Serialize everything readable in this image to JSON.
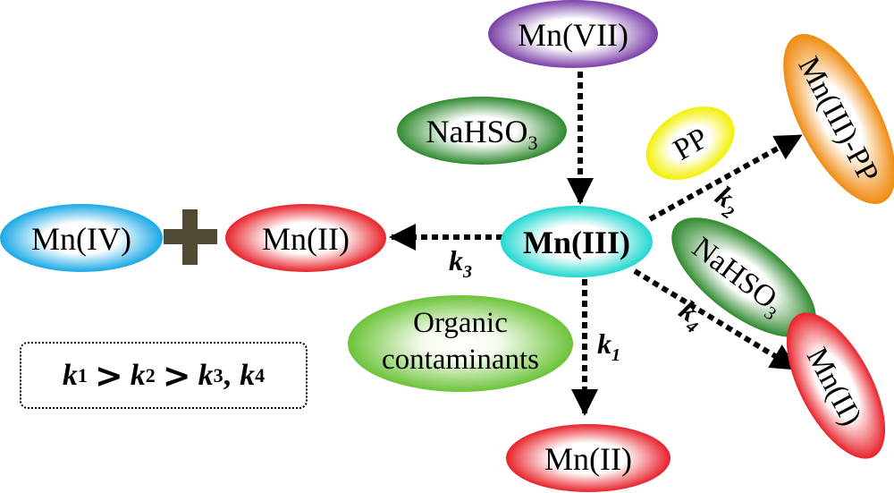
{
  "nodes": {
    "mn7": "Mn(VII)",
    "mn3_center": "Mn(III)",
    "mn3_pp": "Mn(III)-PP",
    "pp": "PP",
    "mn4": "Mn(IV)",
    "mn2_left": "Mn(II)",
    "mn2_bottom": "Mn(II)",
    "mn2_right": "Mn(II)",
    "organic_line1": "Organic",
    "organic_line2": "contaminants",
    "nahso3_top_main": "NaHSO",
    "nahso3_top_sub": "3",
    "nahso3_right_main": "NaHSO",
    "nahso3_right_sub": "3"
  },
  "rate_labels": {
    "k1": {
      "letter": "k",
      "sub": "1"
    },
    "k2": {
      "letter": "k",
      "sub": "2"
    },
    "k3": {
      "letter": "k",
      "sub": "3"
    },
    "k4": {
      "letter": "k",
      "sub": "4"
    }
  },
  "relation": {
    "k1": "k",
    "k1_sub": "1",
    "gt1": ">",
    "k2": "k",
    "k2_sub": "2",
    "gt2": ">",
    "k3": "k",
    "k3_sub": "3",
    "comma": ",",
    "k4": "k",
    "k4_sub": "4"
  },
  "plus_symbol": "+",
  "colors": {
    "purple": "#7b3fa8",
    "green": "#2f8a2f",
    "light_green": "#6cc33a",
    "yellow": "#f2f000",
    "orange": "#f08a10",
    "cyan": "#20d8d0",
    "blue": "#18a8e6",
    "red": "#e8222a",
    "plus": "#4f4a33"
  }
}
